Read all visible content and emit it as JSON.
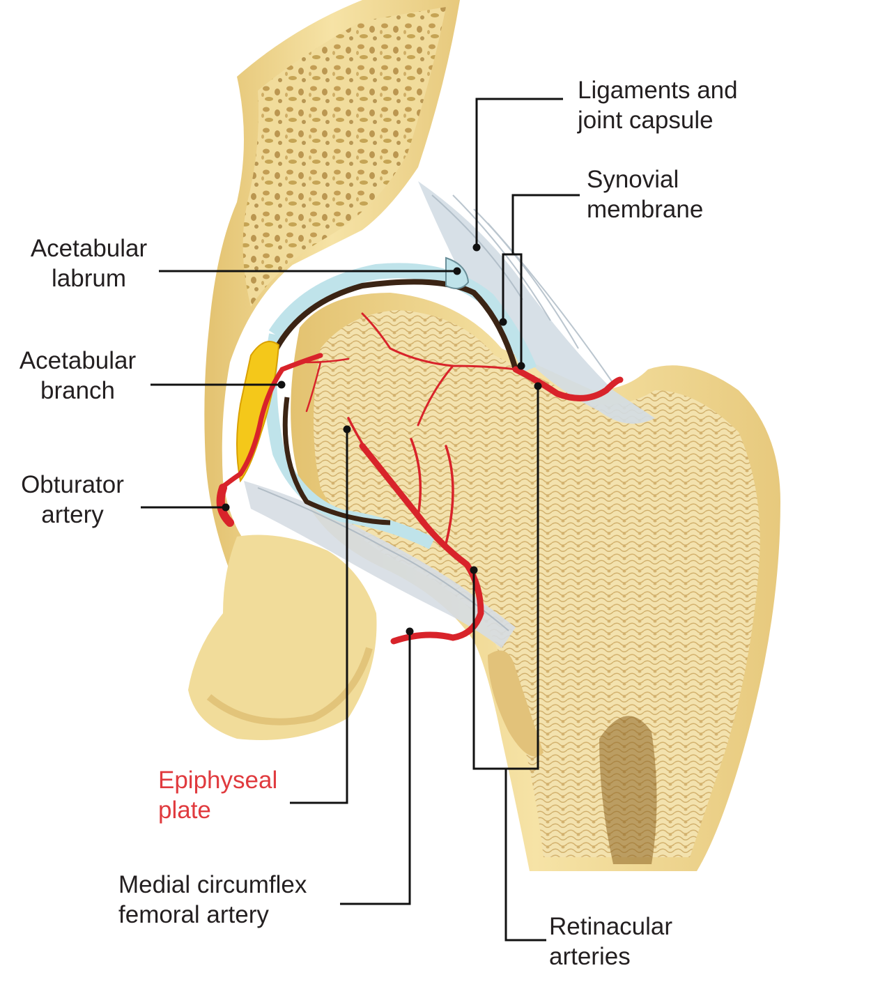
{
  "labels": {
    "ligaments": {
      "line1": "Ligaments and",
      "line2": "joint capsule"
    },
    "synovial": {
      "line1": "Synovial",
      "line2": "membrane"
    },
    "labrum": {
      "line1": "Acetabular",
      "line2": "labrum"
    },
    "acetabular_branch": {
      "line1": "Acetabular",
      "line2": "branch"
    },
    "obturator": {
      "line1": "Obturator",
      "line2": "artery"
    },
    "epiphyseal": {
      "line1": "Epiphyseal",
      "line2": "plate"
    },
    "medial_circumflex": {
      "line1": "Medial circumflex",
      "line2": "femoral artery"
    },
    "retinacular": {
      "line1": "Retinacular",
      "line2": "arteries"
    }
  },
  "colors": {
    "bone": "#f2dd9a",
    "bone_shadow": "#d9b466",
    "cancellous_dark": "#a9823b",
    "cartilage": "#bfe3ea",
    "capsule": "#d6dde3",
    "artery": "#d8232a",
    "fat_pad": "#f4c81a",
    "leader": "#111111",
    "label_text": "#231f20",
    "label_highlight": "#e03a3e"
  }
}
